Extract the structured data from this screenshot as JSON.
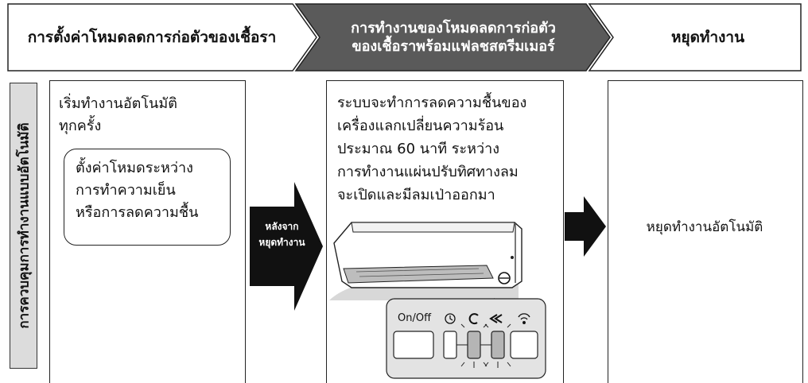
{
  "header": {
    "step1": "การตั้งค่าโหมดลดการก่อตัวของเชื้อรา",
    "step2_line1": "การทำงานของโหมดลดการก่อตัว",
    "step2_line2": "ของเชื้อราพร้อมแฟลชสตรีมเมอร์",
    "step3": "หยุดทำงาน"
  },
  "side_label": "การควบคุมการทำงานแบบอัตโนมัติ",
  "panel1": {
    "line1": "เริ่มทำงานอัตโนมัติ",
    "line2": "ทุกครั้ง",
    "note_line1": "ตั้งค่าโหมดระหว่าง",
    "note_line2": "การทำความเย็น",
    "note_line3": "หรือการลดความชื้น"
  },
  "arrow1": {
    "line1": "หลังจาก",
    "line2": "หยุดทำงาน"
  },
  "panel2": {
    "line1": "ระบบจะทำการลดความชื้นของ",
    "line2": "เครื่องแลกเปลี่ยนความร้อน",
    "line3": "ประมาณ 60 นาที ระหว่าง",
    "line4": "การทำงานแผ่นปรับทิศทางลม",
    "line5": "จะเปิดและมีลมเป่าออกมา"
  },
  "indoor_unit": {
    "onoff_label": "On/Off"
  },
  "panel3": {
    "text": "หยุดทำงานอัตโนมัติ"
  },
  "colors": {
    "header_active": "#5a5a5a",
    "side_label_bg": "#dcdcdc",
    "lamp_panel": "#e3e3e3",
    "lit_lamp": "#b5b5b5"
  }
}
